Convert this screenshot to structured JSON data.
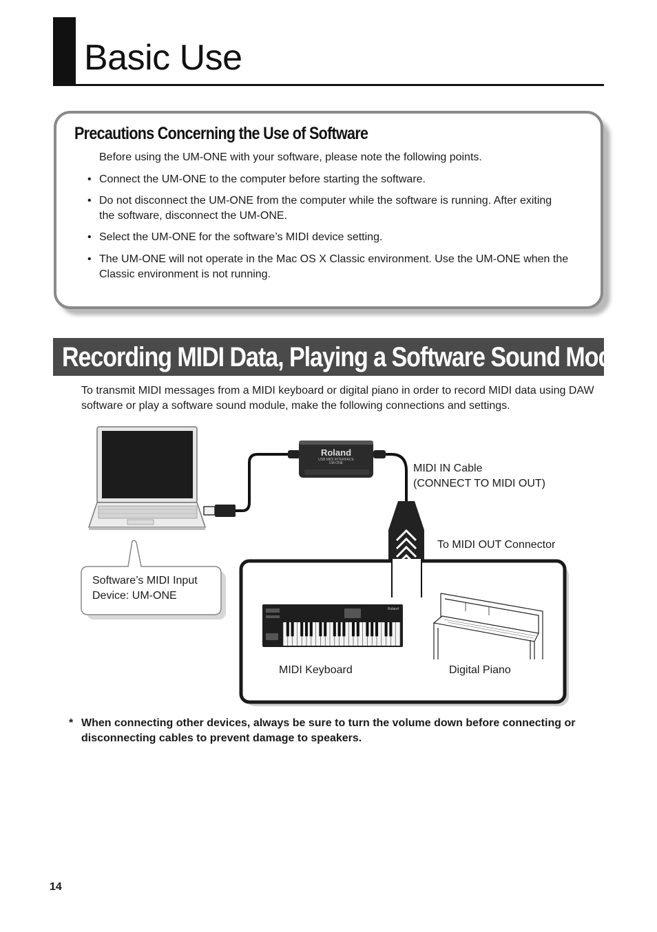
{
  "header": {
    "title": "Basic Use"
  },
  "precautions": {
    "heading": "Precautions Concerning the Use of Software",
    "intro": "Before using the UM-ONE with your software, please note the following points.",
    "bullets": [
      "Connect the UM-ONE to the computer before starting the software.",
      "Do not disconnect the UM-ONE from the computer while the software is running. After exiting the software, disconnect the UM-ONE.",
      "Select the UM-ONE for the software’s MIDI device setting.",
      "The UM-ONE will not operate in the Mac OS X Classic environment. Use the UM-ONE when the Classic environment is not running."
    ],
    "bullet_symbol": "•"
  },
  "section": {
    "title": "Recording MIDI Data, Playing a Software Sound Module",
    "intro": "To transmit MIDI messages from a MIDI keyboard or digital piano in order to record MIDI data using DAW software or play a software sound module, make the following connections and settings."
  },
  "diagram": {
    "interface_brand": "Roland",
    "interface_line1": "USB MIDI INTERFACE",
    "interface_line2": "UM-ONE",
    "cable_label_line1": "MIDI IN Cable",
    "cable_label_line2": "(CONNECT TO MIDI OUT)",
    "connector_label": "To MIDI OUT Connector",
    "callout_line1": "Software’s MIDI Input",
    "callout_line2": "Device: UM-ONE",
    "keyboard_label": "MIDI Keyboard",
    "keyboard_brand": "Roland",
    "piano_label": "Digital Piano"
  },
  "footer": {
    "warning_symbol": "*",
    "warning": "When connecting other devices, always be sure to turn the volume down before connecting or disconnecting cables to prevent damage to speakers.",
    "page_number": "14"
  }
}
